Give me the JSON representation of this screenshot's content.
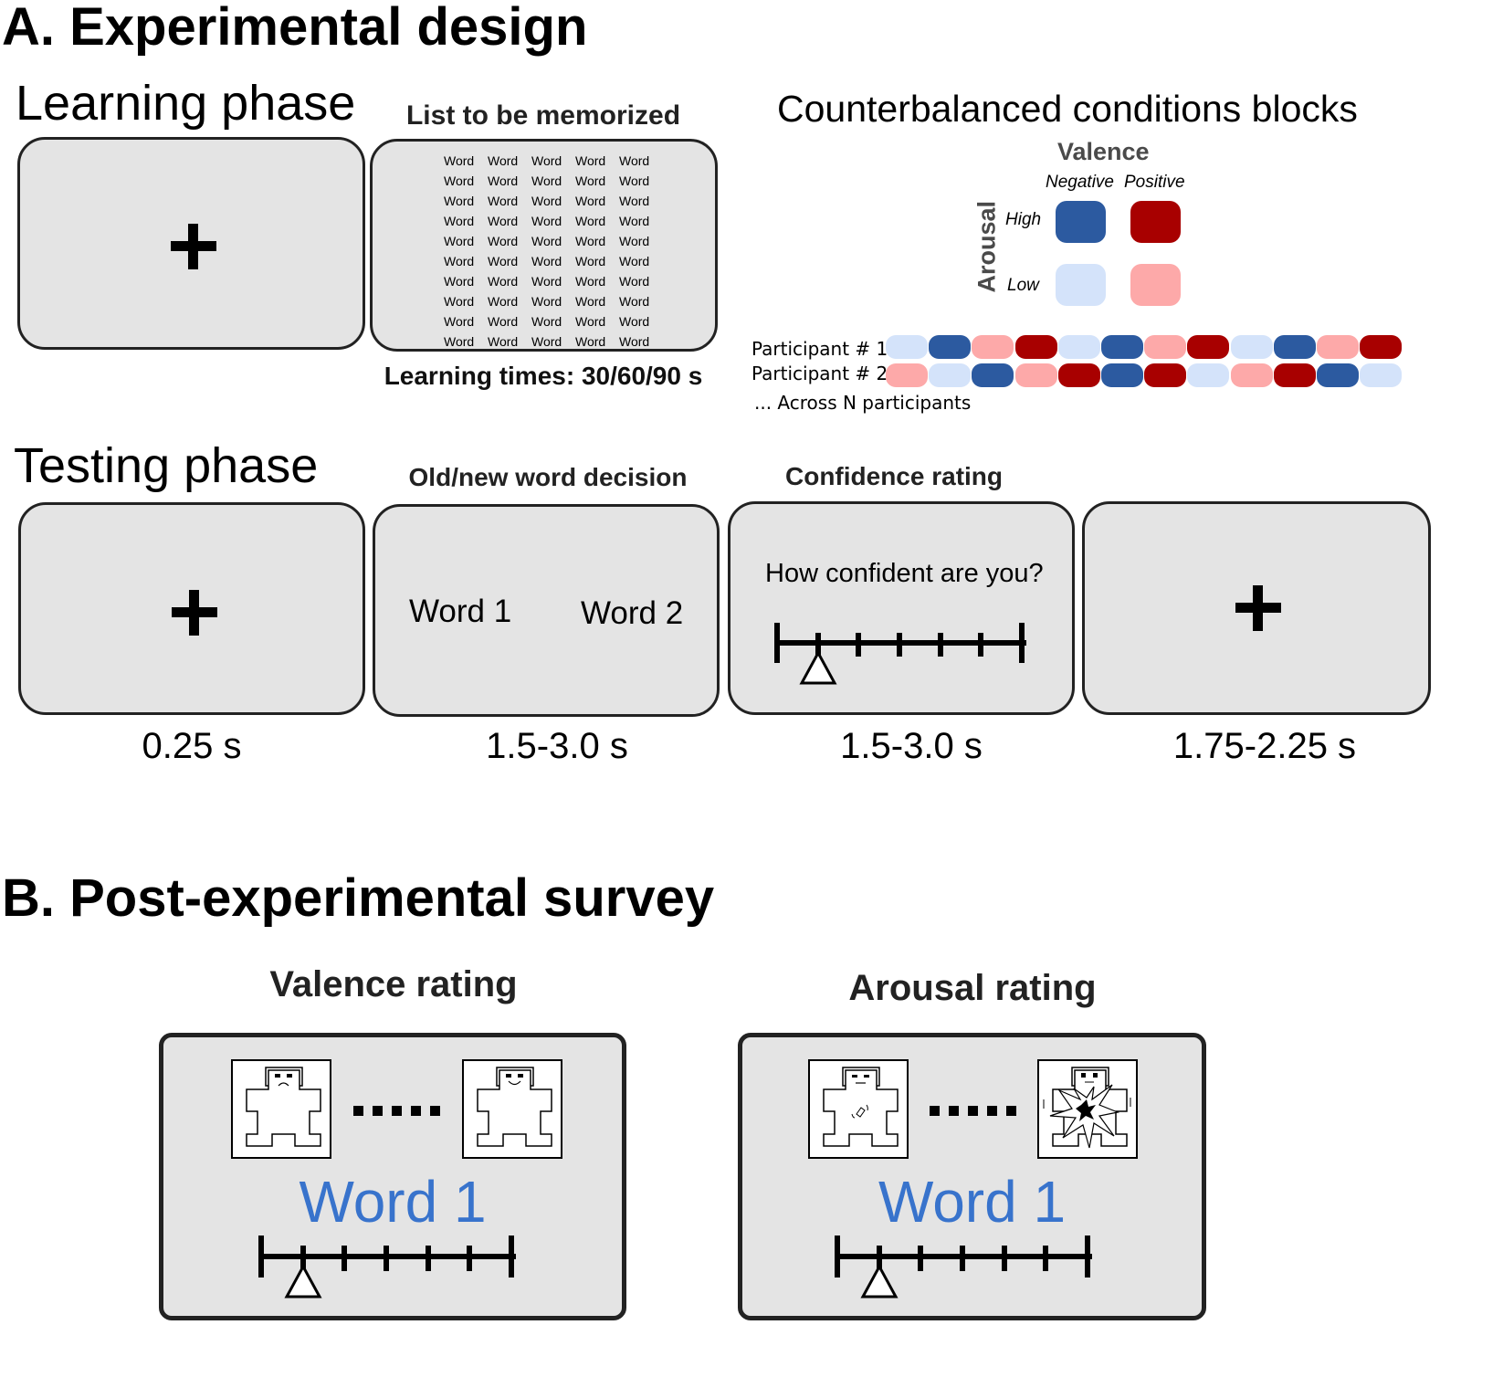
{
  "section_a": {
    "title": "A. Experimental design",
    "learning_phase": {
      "title": "Learning phase",
      "fixation_icon": "plus-fixation-cross",
      "list_title": "List to be memorized",
      "word_rows": [
        [
          "Word",
          "Word",
          "Word",
          "Word",
          "Word"
        ],
        [
          "Word",
          "Word",
          "Word",
          "Word",
          "Word"
        ],
        [
          "Word",
          "Word",
          "Word",
          "Word",
          "Word"
        ],
        [
          "Word",
          "Word",
          "Word",
          "Word",
          "Word"
        ],
        [
          "Word",
          "Word",
          "Word",
          "Word",
          "Word"
        ],
        [
          "Word",
          "Word",
          "Word",
          "Word",
          "Word"
        ],
        [
          "Word",
          "Word",
          "Word",
          "Word",
          "Word"
        ],
        [
          "Word",
          "Word",
          "Word",
          "Word",
          "Word"
        ],
        [
          "Word",
          "Word",
          "Word",
          "Word",
          "Word"
        ],
        [
          "Word",
          "Word",
          "Word",
          "Word",
          "Word"
        ]
      ],
      "learning_times": "Learning times: 30/60/90 s"
    },
    "counterbalance": {
      "title": "Counterbalanced conditions blocks",
      "valence_label": "Valence",
      "arousal_label": "Arousal",
      "valence_levels": [
        "Negative",
        "Positive"
      ],
      "arousal_levels": [
        "High",
        "Low"
      ],
      "colors": {
        "high_negative": "#2c5aa0",
        "high_positive": "#a80000",
        "low_negative": "#d4e3fa",
        "low_positive": "#fda9a9"
      },
      "participants": [
        {
          "label": "Participant # 1",
          "blocks": [
            "low_negative",
            "high_negative",
            "low_positive",
            "high_positive",
            "low_negative",
            "high_negative",
            "low_positive",
            "high_positive",
            "low_negative",
            "high_negative",
            "low_positive",
            "high_positive"
          ]
        },
        {
          "label": "Participant # 2",
          "blocks": [
            "low_positive",
            "low_negative",
            "high_negative",
            "low_positive",
            "high_positive",
            "high_negative",
            "high_positive",
            "low_negative",
            "low_positive",
            "high_positive",
            "high_negative",
            "low_negative"
          ]
        }
      ],
      "across_label": "... Across N participants"
    },
    "testing_phase": {
      "title": "Testing phase",
      "screens": [
        {
          "title": "",
          "content": "fixation",
          "timing": "0.25 s"
        },
        {
          "title": "Old/new word decision",
          "content": "words",
          "word1": "Word 1",
          "word2": "Word 2",
          "timing": "1.5-3.0 s"
        },
        {
          "title": "Confidence rating",
          "content": "scale",
          "question": "How confident are you?",
          "scale_points": 7,
          "selected_point": 2,
          "timing": "1.5-3.0 s"
        },
        {
          "title": "",
          "content": "fixation",
          "timing": "1.75-2.25 s"
        }
      ]
    }
  },
  "section_b": {
    "title": "B. Post-experimental survey",
    "ratings": [
      {
        "title": "Valence rating",
        "left_icon": "sam-sad-figure",
        "right_icon": "sam-happy-figure",
        "dots": ".....",
        "word": "Word 1",
        "scale_points": 7,
        "selected_point": 2
      },
      {
        "title": "Arousal rating",
        "left_icon": "sam-calm-figure",
        "right_icon": "sam-excited-figure",
        "dots": ".....",
        "word": "Word 1",
        "scale_points": 7,
        "selected_point": 2
      }
    ]
  }
}
